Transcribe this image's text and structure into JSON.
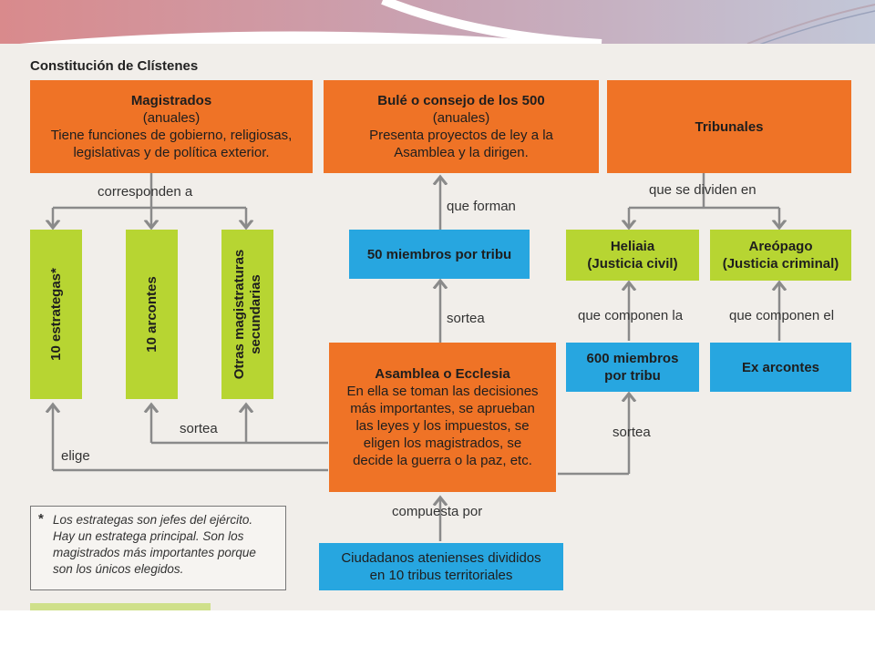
{
  "title": "Constitución de Clístenes",
  "boxes": {
    "magistrados": {
      "title": "Magistrados",
      "sub": "(anuales)",
      "desc1": "Tiene funciones de gobierno, religiosas,",
      "desc2": "legislativas y de política exterior."
    },
    "bule": {
      "title": "Bulé o consejo de los 500",
      "sub": "(anuales)",
      "desc1": "Presenta proyectos de ley a la",
      "desc2": "Asamblea y la dirigen."
    },
    "tribunales": {
      "title": "Tribunales"
    },
    "estrategas": {
      "label": "10 estrategas*"
    },
    "arcontes": {
      "label": "10 arcontes"
    },
    "otras": {
      "line1": "Otras magistraturas",
      "line2": "secundarias"
    },
    "miembros50": {
      "label": "50 miembros por tribu"
    },
    "heliaia": {
      "line1": "Heliaia",
      "line2": "(Justicia civil)"
    },
    "areopago": {
      "line1": "Areópago",
      "line2": "(Justicia criminal)"
    },
    "miembros600": {
      "line1": "600 miembros",
      "line2": "por tribu"
    },
    "exarcontes": {
      "label": "Ex arcontes"
    },
    "asamblea": {
      "title": "Asamblea o Ecclesia",
      "l1": "En ella se toman las decisiones",
      "l2": "más importantes, se aprueban",
      "l3": "las leyes y los impuestos, se",
      "l4": "eligen los magistrados, se",
      "l5": "decide la guerra o la paz, etc."
    },
    "ciudadanos": {
      "line1": "Ciudadanos atenienses divididos",
      "line2": "en 10 tribus territoriales"
    }
  },
  "connectors": {
    "corresponden": "corresponden a",
    "queForman": "que forman",
    "queSeDividen": "que se dividen en",
    "sortea1": "sortea",
    "componenLa": "que componen la",
    "componenEl": "que componen el",
    "sortea2": "sortea",
    "elige": "elige",
    "sortea3": "sortea",
    "compuestaPor": "compuesta por"
  },
  "footnote": {
    "star": "*",
    "l1": "Los estrategas son jefes del ejército.",
    "l2": "Hay un estratega principal. Son los",
    "l3": "magistrados más importantes porque",
    "l4": "son los únicos elegidos."
  },
  "colors": {
    "orange": "#ef7326",
    "blue": "#27a6e0",
    "green": "#b7d532",
    "line": "#8a8a8a"
  }
}
